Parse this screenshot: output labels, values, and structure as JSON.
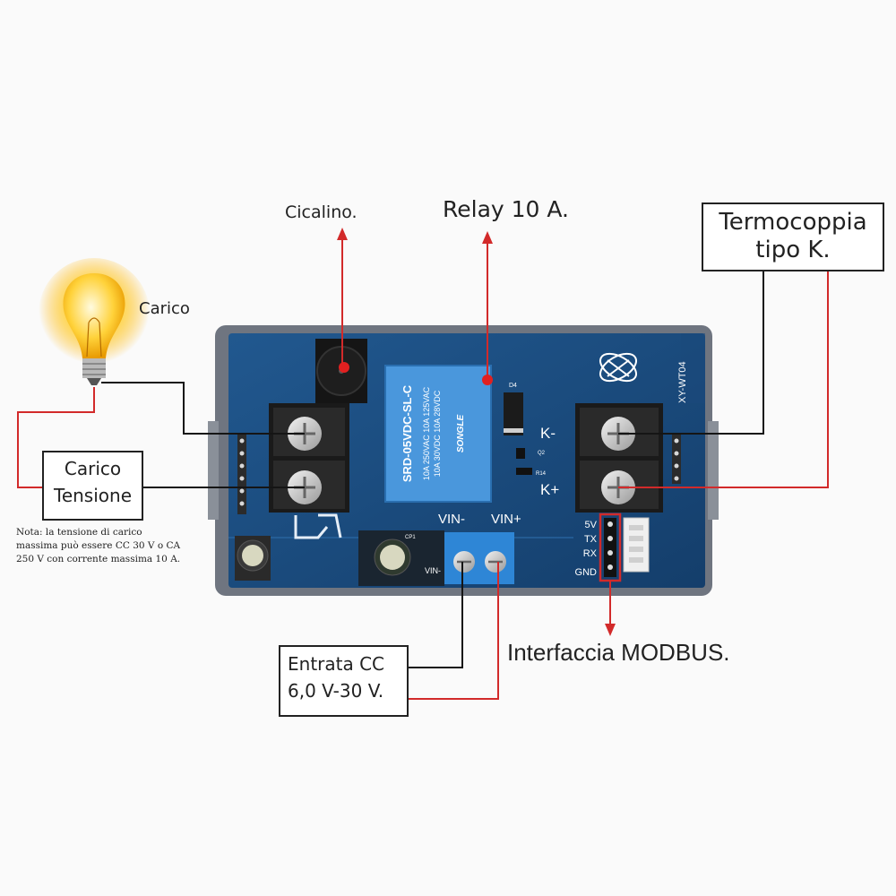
{
  "labels": {
    "cicalino": "Cicalino.",
    "relay": "Relay 10 A.",
    "termocoppia_line1": "Termocoppia",
    "termocoppia_line2": "tipo K.",
    "carico_bulb": "Carico",
    "carico_tensione_line1": "Carico",
    "carico_tensione_line2": "Tensione",
    "note_lines": [
      "Nota: la tensione di carico",
      "massima può essere CC 30 V o CA",
      "250 V con corrente massima 10 A."
    ],
    "entrata_line1": "Entrata CC",
    "entrata_line2": "6,0 V-30 V.",
    "modbus": "Interfaccia MODBUS."
  },
  "board": {
    "model": "XY-WT04",
    "k_minus": "K-",
    "k_plus": "K+",
    "vin_minus": "VIN-",
    "vin_plus": "VIN+",
    "vin_minus_small": "VIN-",
    "pins": [
      "5V",
      "TX",
      "RX",
      "GND"
    ],
    "relay_brand": "SONGLE",
    "relay_model": "SRD-05VDC-SL-C",
    "relay_ratings": [
      "10A 250VAC 10A 125VAC",
      "10A 30VDC 10A 28VDC"
    ],
    "d4": "D4",
    "q2": "Q2",
    "r14": "R14",
    "cp1": "CP1"
  },
  "colors": {
    "board": "#1d4f84",
    "wire_red": "#d22a2a",
    "wire_black": "#151515",
    "relay_blue": "#3d8fd8",
    "terminal_blue": "#2e86d6"
  },
  "icons": [
    "light-bulb-icon",
    "screw-terminal-icon",
    "buzzer-icon",
    "relay-icon",
    "logo-icon"
  ]
}
